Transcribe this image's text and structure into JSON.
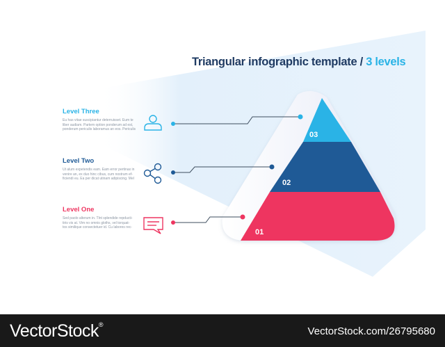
{
  "title": {
    "main": "Triangular infographic template",
    "sep": " / ",
    "accent": "3 levels"
  },
  "levels": [
    {
      "label": "Level Three",
      "body": [
        "Eu has vitae suscipiantur deterruisset. Eum te",
        "liber audiam. Partem option ponderum ad est,",
        "ponderum periculis laboramus an eos. Periculis"
      ],
      "icon": "user-icon",
      "color": "#2ab3e6",
      "number": "03"
    },
    {
      "label": "Level Two",
      "body": [
        "Ut alum expetendis eam. Eam error pertinax in",
        "venire an, ex duo hinc cibus, cum nostrum ef-",
        "ficiendi eu. Ea per dicat utinam adipiscing. Mel"
      ],
      "icon": "share-icon",
      "color": "#1f5a96",
      "number": "02"
    },
    {
      "label": "Level One",
      "body": [
        "Sed paolo alterum in. Tlnt splendide repducti-",
        "tiris vis at. Vim no omnis gloths, vel torquat-",
        "tos similique consectetuer id. Cu labores rec-"
      ],
      "icon": "chat-bubble-icon",
      "color": "#ee3560",
      "number": "01"
    }
  ],
  "colors": {
    "title": "#1f3b63",
    "accent": "#2ab3e6",
    "level_three": "#2ab3e6",
    "level_two": "#1f5a96",
    "level_one": "#ee3560",
    "connector": "#3d4d5e",
    "backdrop": "#e8f3fc"
  },
  "watermark": {
    "brand": "VectorStock",
    "registered": "®",
    "ref": "VectorStock.com/26795680"
  }
}
